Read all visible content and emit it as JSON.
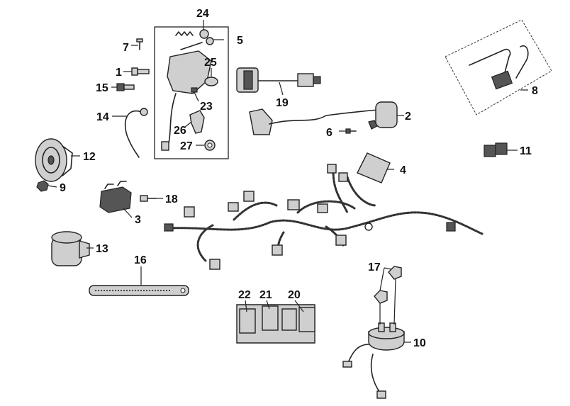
{
  "diagram": {
    "type": "exploded-parts-diagram",
    "callouts": [
      {
        "id": "c1",
        "label": "1",
        "part": "bolt"
      },
      {
        "id": "c2",
        "label": "2",
        "part": "ignition-coil"
      },
      {
        "id": "c3",
        "label": "3",
        "part": "relay"
      },
      {
        "id": "c4",
        "label": "4",
        "part": "cdi-unit"
      },
      {
        "id": "c5",
        "label": "5",
        "part": "key"
      },
      {
        "id": "c6",
        "label": "6",
        "part": "screw"
      },
      {
        "id": "c7",
        "label": "7",
        "part": "screw"
      },
      {
        "id": "c8",
        "label": "8",
        "part": "sensor-assembly"
      },
      {
        "id": "c9",
        "label": "9",
        "part": "nut"
      },
      {
        "id": "c10",
        "label": "10",
        "part": "starter-relay"
      },
      {
        "id": "c11",
        "label": "11",
        "part": "connector"
      },
      {
        "id": "c12",
        "label": "12",
        "part": "horn"
      },
      {
        "id": "c13",
        "label": "13",
        "part": "flasher"
      },
      {
        "id": "c14",
        "label": "14",
        "part": "cable"
      },
      {
        "id": "c15",
        "label": "15",
        "part": "bolt"
      },
      {
        "id": "c16",
        "label": "16",
        "part": "strap"
      },
      {
        "id": "c17",
        "label": "17",
        "part": "terminal-cap"
      },
      {
        "id": "c18",
        "label": "18",
        "part": "bolt"
      },
      {
        "id": "c19",
        "label": "19",
        "part": "lead-wire"
      },
      {
        "id": "c20",
        "label": "20",
        "part": "fuse"
      },
      {
        "id": "c21",
        "label": "21",
        "part": "fuse"
      },
      {
        "id": "c22",
        "label": "22",
        "part": "fuse"
      },
      {
        "id": "c23",
        "label": "23",
        "part": "bolt"
      },
      {
        "id": "c24",
        "label": "24",
        "part": "key-lock"
      },
      {
        "id": "c25",
        "label": "25",
        "part": "bushing"
      },
      {
        "id": "c26",
        "label": "26",
        "part": "connector"
      },
      {
        "id": "c27",
        "label": "27",
        "part": "washer"
      }
    ]
  }
}
